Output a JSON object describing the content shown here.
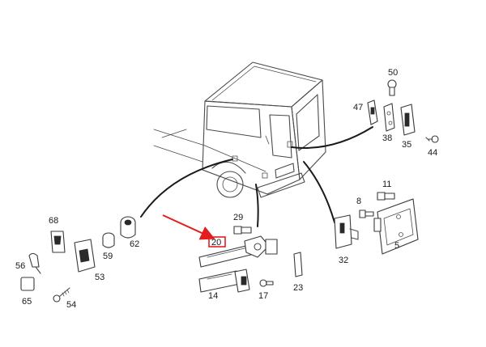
{
  "highlight_color": "#e21e1e",
  "callouts": {
    "p50": "50",
    "p47": "47",
    "p38": "38",
    "p35": "35",
    "p44": "44",
    "p11": "11",
    "p8": "8",
    "p5": "5",
    "p32": "32",
    "p68": "68",
    "p59": "59",
    "p62": "62",
    "p53": "53",
    "p56": "56",
    "p65": "65",
    "p54": "54",
    "p29": "29",
    "p20": "20",
    "p14": "14",
    "p17": "17",
    "p23": "23"
  }
}
